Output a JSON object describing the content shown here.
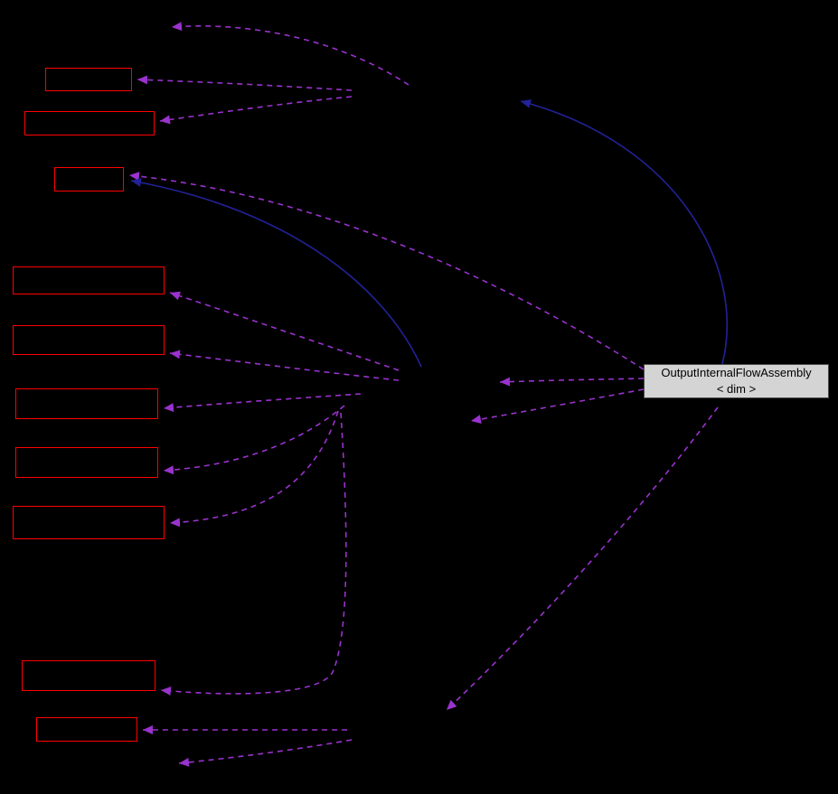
{
  "diagram": {
    "type": "collaboration-graph",
    "background": "#000000",
    "colors": {
      "usage_edge": "#9a32cd",
      "inheritance_edge": "#222299",
      "node_border": "#ff0000",
      "main_node_fill": "#d4d4d4",
      "main_node_border": "#4c4c4c",
      "main_node_text": "#000000"
    },
    "main_node": {
      "label_line1": "OutputInternalFlowAssembly",
      "label_line2": "< dim >"
    },
    "nodes": [
      {
        "id": "node-1",
        "label": ""
      },
      {
        "id": "node-2",
        "label": ""
      },
      {
        "id": "node-3",
        "label": ""
      },
      {
        "id": "node-4",
        "label": ""
      },
      {
        "id": "node-5",
        "label": ""
      },
      {
        "id": "node-6",
        "label": ""
      },
      {
        "id": "node-7",
        "label": ""
      },
      {
        "id": "node-8",
        "label": ""
      },
      {
        "id": "node-9",
        "label": ""
      },
      {
        "id": "node-10",
        "label": ""
      }
    ],
    "edges": [
      {
        "type": "usage-dashed",
        "from": "hidden-hub-top",
        "to": "offscreen-top-left"
      },
      {
        "type": "usage-dashed",
        "from": "hidden-hub-top",
        "to": "node-1"
      },
      {
        "type": "usage-dashed",
        "from": "hidden-hub-top",
        "to": "node-2"
      },
      {
        "type": "usage-dashed",
        "from": "main-node",
        "to": "node-3"
      },
      {
        "type": "usage-dashed",
        "from": "main-node",
        "to": "hidden-hub-center"
      },
      {
        "type": "usage-dashed",
        "from": "main-node",
        "to": "hidden-hub-center"
      },
      {
        "type": "usage-dashed",
        "from": "main-node",
        "to": "hidden-hub-bottom"
      },
      {
        "type": "usage-dashed",
        "from": "hidden-hub-center",
        "to": "node-4"
      },
      {
        "type": "usage-dashed",
        "from": "hidden-hub-center",
        "to": "node-5"
      },
      {
        "type": "usage-dashed",
        "from": "hidden-hub-center",
        "to": "node-6"
      },
      {
        "type": "usage-dashed",
        "from": "hidden-hub-center",
        "to": "node-7"
      },
      {
        "type": "usage-dashed",
        "from": "hidden-hub-center",
        "to": "node-8"
      },
      {
        "type": "usage-dashed",
        "from": "hidden-hub-center",
        "to": "node-9"
      },
      {
        "type": "usage-dashed",
        "from": "hidden-hub-bottom",
        "to": "node-10"
      },
      {
        "type": "usage-dashed",
        "from": "hidden-hub-bottom",
        "to": "offscreen-bottom-left"
      },
      {
        "type": "inheritance-solid",
        "from": "main-node",
        "to": "hidden-hub-top"
      },
      {
        "type": "inheritance-solid",
        "from": "hidden-hub-center",
        "to": "node-3"
      }
    ]
  }
}
